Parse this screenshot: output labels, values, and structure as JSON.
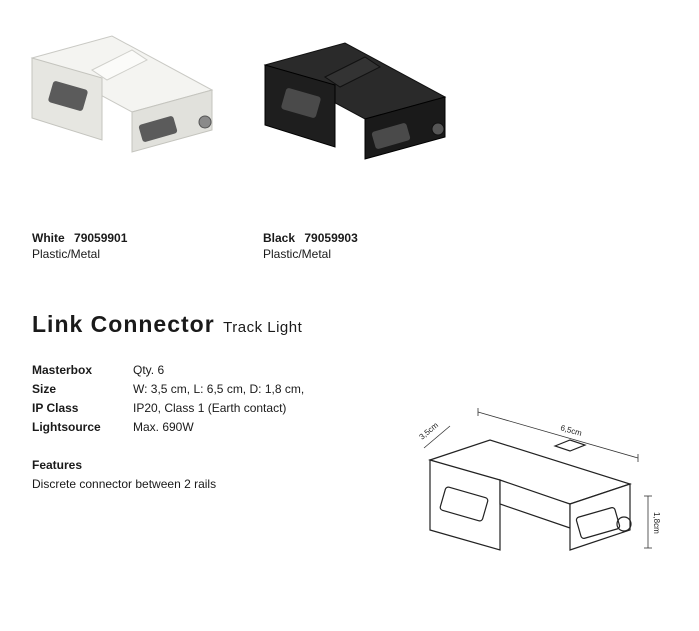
{
  "variants": [
    {
      "color": "White",
      "code": "79059901",
      "material": "Plastic/Metal",
      "body_hex": "#eeeeea"
    },
    {
      "color": "Black",
      "code": "79059903",
      "material": "Plastic/Metal",
      "body_hex": "#1c1c1c"
    }
  ],
  "product": {
    "title": "Link Connector",
    "subtitle": "Track Light"
  },
  "specs": [
    {
      "key": "Masterbox",
      "value": "Qty. 6"
    },
    {
      "key": "Size",
      "value": "W: 3,5 cm, L: 6,5 cm,  D: 1,8 cm,"
    },
    {
      "key": "IP Class",
      "value": "IP20, Class 1 (Earth contact)"
    },
    {
      "key": "Lightsource",
      "value": "Max. 690W"
    }
  ],
  "features": {
    "heading": "Features",
    "text": "Discrete connector between 2 rails"
  },
  "drawing": {
    "width_label": "3,5cm",
    "length_label": "6,5cm",
    "depth_label": "1,8cm"
  }
}
